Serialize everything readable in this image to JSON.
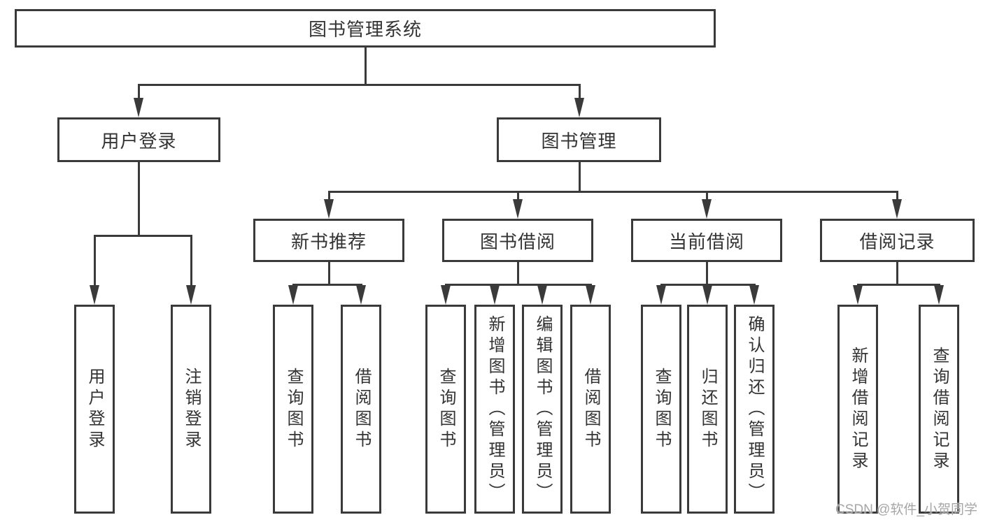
{
  "diagram": {
    "root": {
      "label": "图书管理系统"
    },
    "branches": {
      "user_login": {
        "label": "用户登录",
        "children": [
          "用户登录",
          "注销登录"
        ]
      },
      "book_mgmt": {
        "label": "图书管理"
      }
    },
    "sections": [
      {
        "label": "新书推荐",
        "children": [
          "查询图书",
          "借阅图书"
        ]
      },
      {
        "label": "图书借阅",
        "children": [
          "查询图书",
          "新增图书（管理员）",
          "编辑图书（管理员）",
          "借阅图书"
        ]
      },
      {
        "label": "当前借阅",
        "children": [
          "查询图书",
          "归还图书",
          "确认归还（管理员）"
        ]
      },
      {
        "label": "借阅记录",
        "children": [
          "新增借阅记录",
          "查询借阅记录"
        ]
      }
    ],
    "watermark": "CSDN @软件_小贺同学",
    "colors": {
      "line": "#3a3a3a",
      "text": "#333333",
      "watermark": "#a6a6a6",
      "background": "#ffffff"
    }
  }
}
